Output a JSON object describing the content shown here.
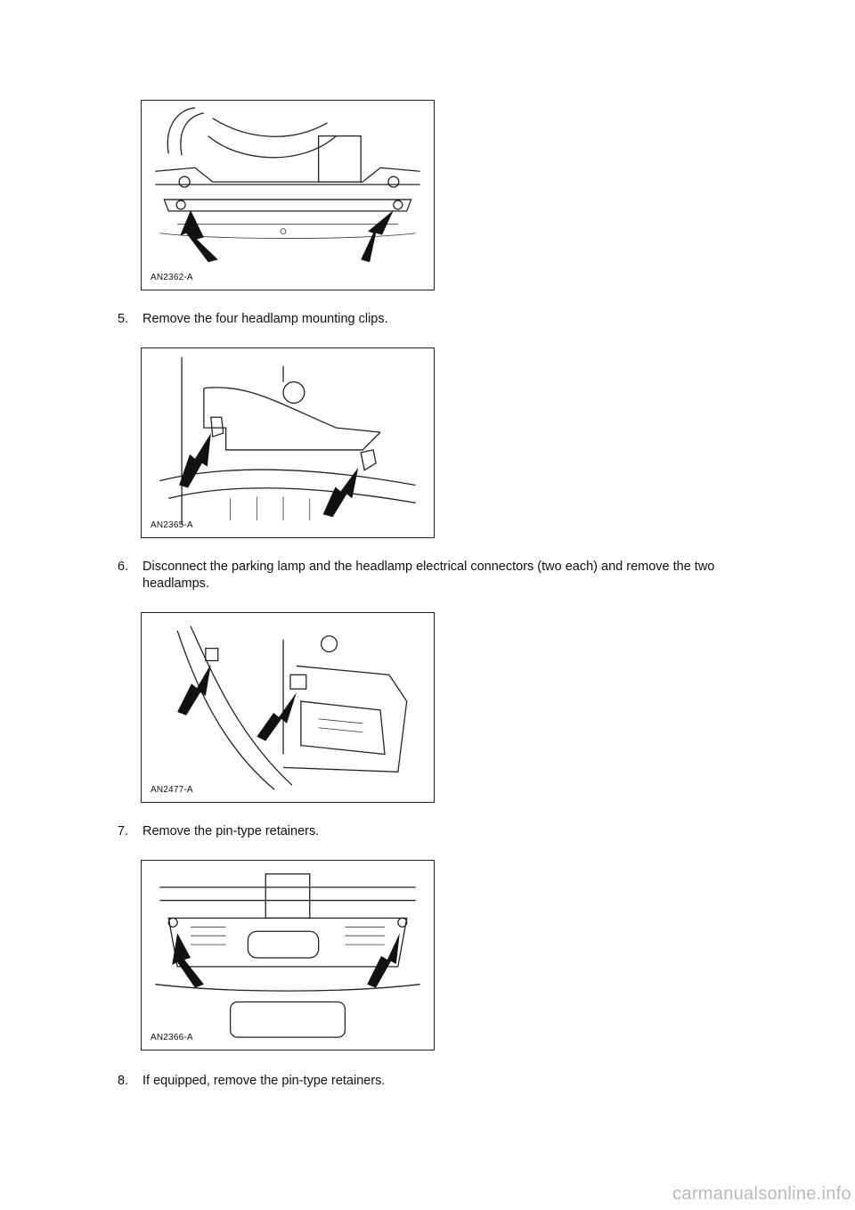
{
  "figures": [
    {
      "label": "AN2362-A"
    },
    {
      "label": "AN2365-A"
    },
    {
      "label": "AN2477-A"
    },
    {
      "label": "AN2366-A"
    }
  ],
  "steps": [
    {
      "number": "5.",
      "text": "Remove the four headlamp mounting clips."
    },
    {
      "number": "6.",
      "text": "Disconnect the parking lamp and the headlamp electrical connectors (two each) and remove the two headlamps."
    },
    {
      "number": "7.",
      "text": "Remove the pin-type retainers."
    },
    {
      "number": "8.",
      "text": "If equipped, remove the pin-type retainers."
    }
  ],
  "footer": {
    "watermark": "carmanualsonline.info"
  }
}
